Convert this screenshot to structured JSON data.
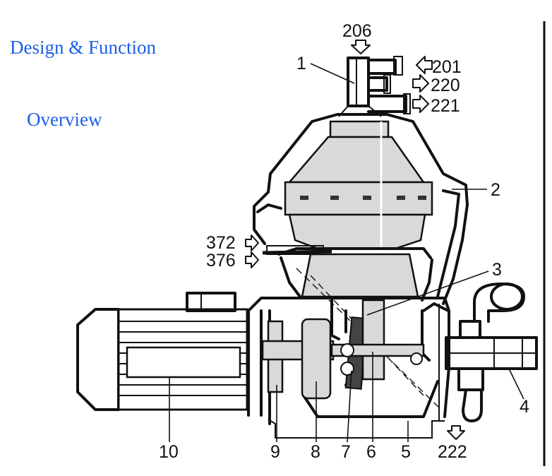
{
  "heading": {
    "title": "Design & Function",
    "subtitle": "Overview"
  },
  "connections": {
    "c206": "206",
    "c201": "201",
    "c220": "220",
    "c221": "221",
    "c372": "372",
    "c376": "376",
    "c222": "222"
  },
  "parts": {
    "p1": "1",
    "p2": "2",
    "p3": "3",
    "p4": "4",
    "p5": "5",
    "p6": "6",
    "p7": "7",
    "p8": "8",
    "p9": "9",
    "p10": "10"
  },
  "colors": {
    "heading": "#1a5fe6",
    "line": "#111111",
    "shade": "#d9d9d9"
  }
}
